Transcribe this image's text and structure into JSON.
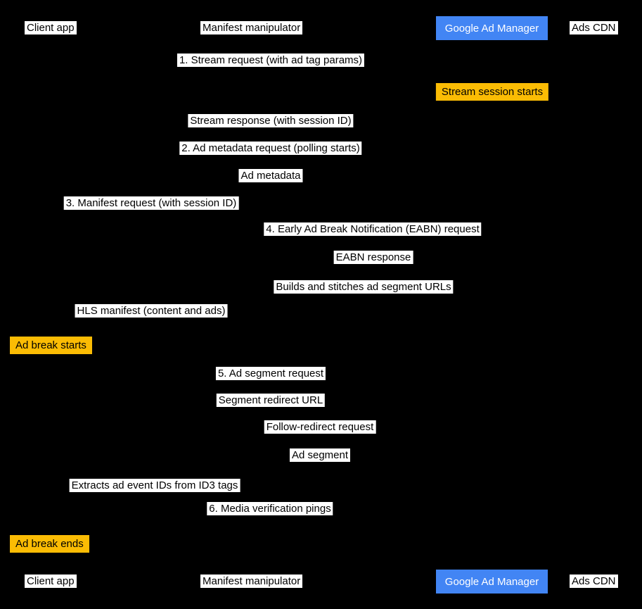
{
  "participants": [
    {
      "id": "client-app",
      "label": "Client app",
      "style": "plain"
    },
    {
      "id": "manifest-manipulator",
      "label": "Manifest manipulator",
      "style": "plain"
    },
    {
      "id": "google-ad-manager",
      "label": "Google Ad Manager",
      "style": "blue"
    },
    {
      "id": "ads-cdn",
      "label": "Ads CDN",
      "style": "plain"
    }
  ],
  "messages": [
    {
      "label": "1. Stream request (with ad tag params)",
      "kind": "message"
    },
    {
      "label": "Stream session starts",
      "kind": "note"
    },
    {
      "label": "Stream response (with session ID)",
      "kind": "message"
    },
    {
      "label": "2. Ad metadata request (polling starts)",
      "kind": "message"
    },
    {
      "label": "Ad metadata",
      "kind": "message"
    },
    {
      "label": "3. Manifest request (with session ID)",
      "kind": "message"
    },
    {
      "label": "4. Early Ad Break Notification (EABN) request",
      "kind": "message"
    },
    {
      "label": "EABN response",
      "kind": "message"
    },
    {
      "label": "Builds and stitches ad segment URLs",
      "kind": "message"
    },
    {
      "label": "HLS manifest (content and ads)",
      "kind": "message"
    },
    {
      "label": "Ad break starts",
      "kind": "note"
    },
    {
      "label": "5. Ad segment request",
      "kind": "message"
    },
    {
      "label": "Segment redirect URL",
      "kind": "message"
    },
    {
      "label": "Follow-redirect request",
      "kind": "message"
    },
    {
      "label": "Ad segment",
      "kind": "message"
    },
    {
      "label": "Extracts ad event IDs from ID3 tags",
      "kind": "message"
    },
    {
      "label": "6. Media verification pings",
      "kind": "message"
    },
    {
      "label": "Ad break ends",
      "kind": "note"
    }
  ],
  "colors": {
    "background": "#000000",
    "participant_blue": "#4285F4",
    "participant_blue_text": "#FFFFFF",
    "note_yellow": "#FBBC04",
    "label_background": "#FFFFFF",
    "label_text": "#000000"
  }
}
